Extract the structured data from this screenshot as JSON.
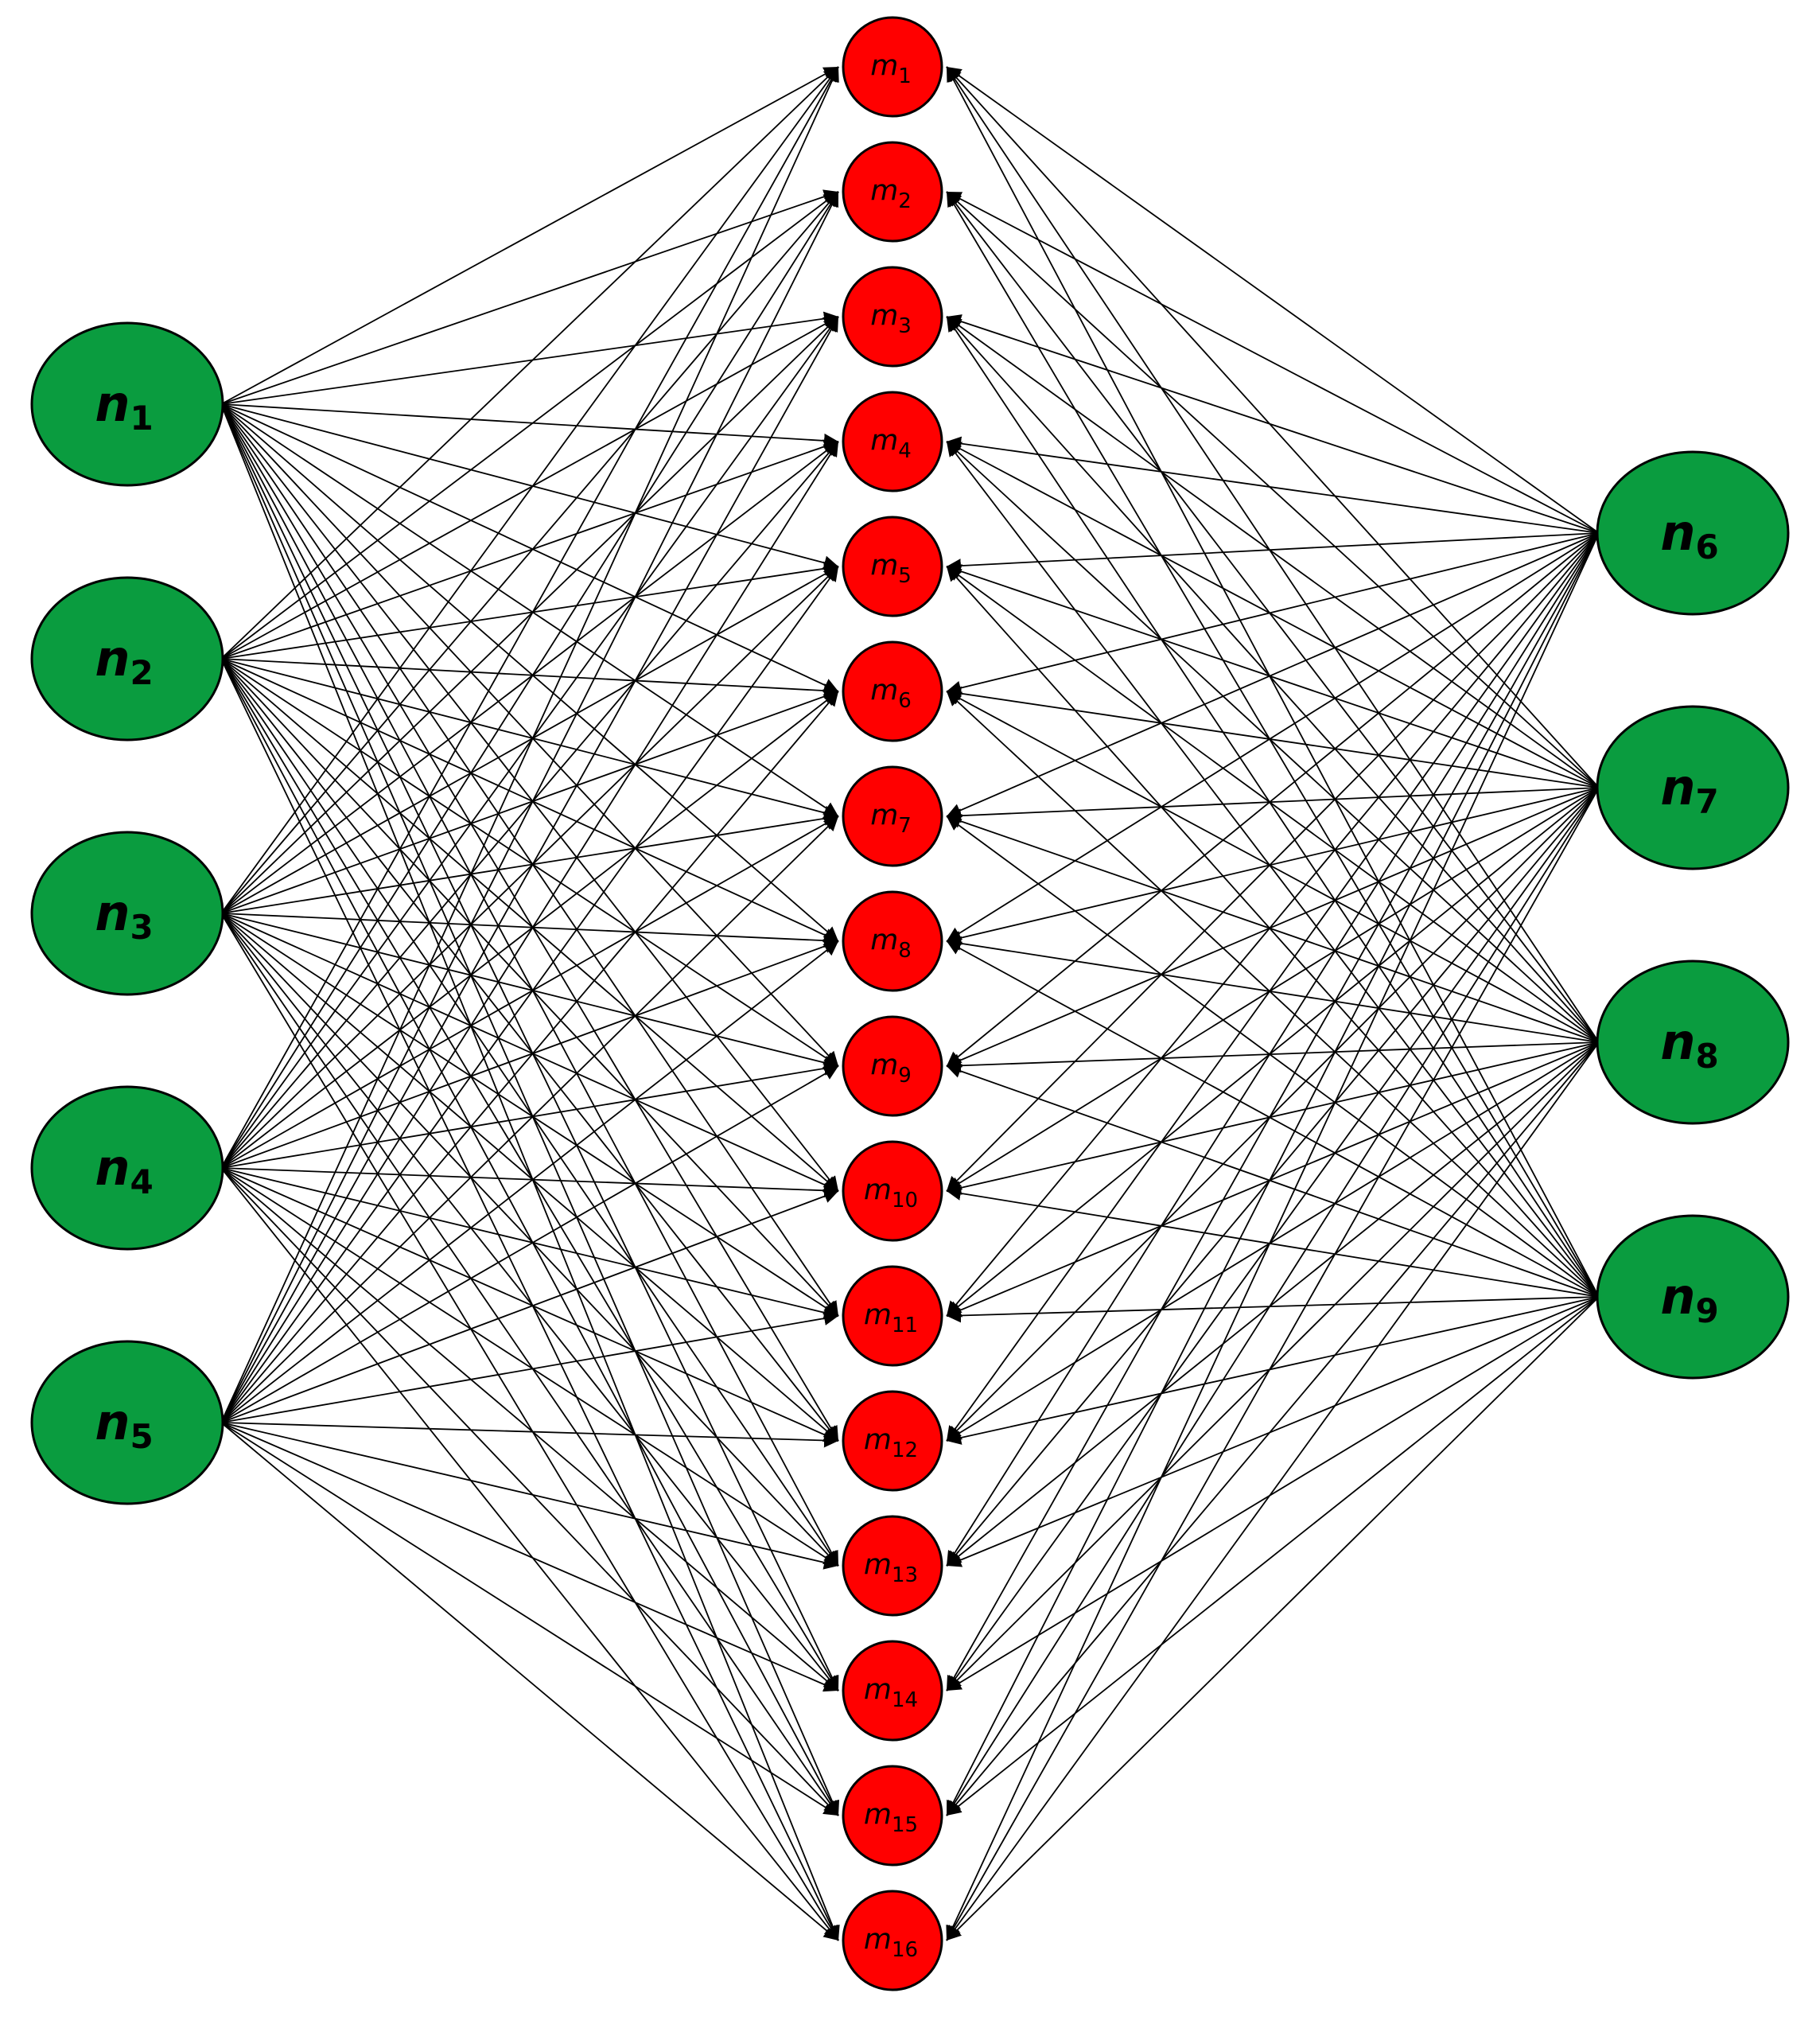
{
  "colors": {
    "source_node": "#0a9c3f",
    "target_node": "#ff0000",
    "edge": "#000000"
  },
  "left_nodes": [
    {
      "main": "n",
      "sub": "1"
    },
    {
      "main": "n",
      "sub": "2"
    },
    {
      "main": "n",
      "sub": "3"
    },
    {
      "main": "n",
      "sub": "4"
    },
    {
      "main": "n",
      "sub": "5"
    }
  ],
  "right_nodes": [
    {
      "main": "n",
      "sub": "6"
    },
    {
      "main": "n",
      "sub": "7"
    },
    {
      "main": "n",
      "sub": "8"
    },
    {
      "main": "n",
      "sub": "9"
    }
  ],
  "middle_nodes": [
    {
      "main": "m",
      "sub": "1"
    },
    {
      "main": "m",
      "sub": "2"
    },
    {
      "main": "m",
      "sub": "3"
    },
    {
      "main": "m",
      "sub": "4"
    },
    {
      "main": "m",
      "sub": "5"
    },
    {
      "main": "m",
      "sub": "6"
    },
    {
      "main": "m",
      "sub": "7"
    },
    {
      "main": "m",
      "sub": "8"
    },
    {
      "main": "m",
      "sub": "9"
    },
    {
      "main": "m",
      "sub": "10"
    },
    {
      "main": "m",
      "sub": "11"
    },
    {
      "main": "m",
      "sub": "12"
    },
    {
      "main": "m",
      "sub": "13"
    },
    {
      "main": "m",
      "sub": "14"
    },
    {
      "main": "m",
      "sub": "15"
    },
    {
      "main": "m",
      "sub": "16"
    }
  ],
  "edges": "every left and right node has a directed edge to every middle node"
}
